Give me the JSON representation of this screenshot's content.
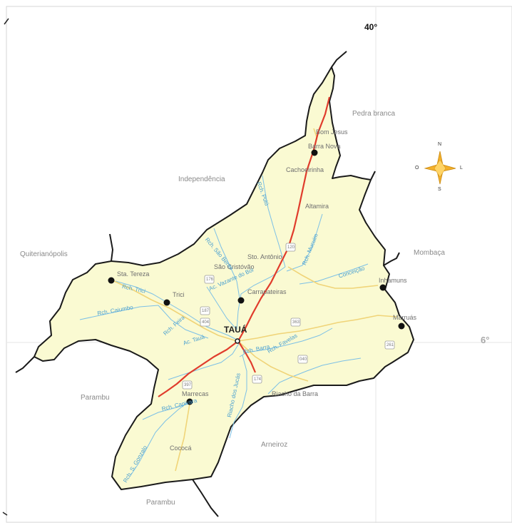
{
  "coordinates": {
    "longitude": "40°",
    "latitude": "6°"
  },
  "compass": {
    "north": "N",
    "south": "S",
    "east": "L",
    "west": "O"
  },
  "neighbors": {
    "pedra_branca": "Pedra branca",
    "independencia": "Independência",
    "quiterianopolis": "Quiterianópolis",
    "mombaca": "Mombaça",
    "parambu_west": "Parambu",
    "parambu_south": "Parambu",
    "arneiroz": "Arneiroz"
  },
  "capital": "TAUÁ",
  "places": {
    "bom_jesus": "Bom Jesus",
    "barra_nova": "Barra Nova",
    "cachoeirinha": "Cachoeirinha",
    "altamira": "Altamira",
    "sto_antonio": "Sto. Antônio",
    "sao_cristovao": "São Cristóvão",
    "carrapateiras": "Carrapateiras",
    "sta_tereza": "Sta. Tereza",
    "trici": "Trici",
    "inhamuns": "Inhamuns",
    "marruas": "Marruás",
    "marrecas": "Marrecas",
    "riacho_da_barra": "Riacho da Barra",
    "cococa": "Cococá"
  },
  "rivers": {
    "rch_trici": "Rch. Trici",
    "rch_caiumbo": "Rch. Caiumbo",
    "rch_feira": "Rch. Feira",
    "ac_taua": "Ac. Tauá",
    "rch_sao_bento": "Rch. São Bento",
    "ac_vazante_boi": "Ac. Vazante do Boi",
    "rch_mucuim": "Rch. Mucuim",
    "conceicao": "Conceição",
    "rch_favelas": "Rch. Favelas",
    "rch_barra": "Rch. Barra",
    "rch_capivara": "Rch. Capivara",
    "rch_s_gonzalo": "Rch. S. Gonzalo",
    "riacho_jucas": "Riacho dos Jucás",
    "rch_puiu": "Rch. Puiú"
  },
  "highways": {
    "ce187": "187",
    "ce404": "404",
    "ce176": "176",
    "ce120": "120",
    "ce363": "363",
    "ce040": "040",
    "ce174": "174",
    "ce397": "397",
    "ce261": "261"
  }
}
